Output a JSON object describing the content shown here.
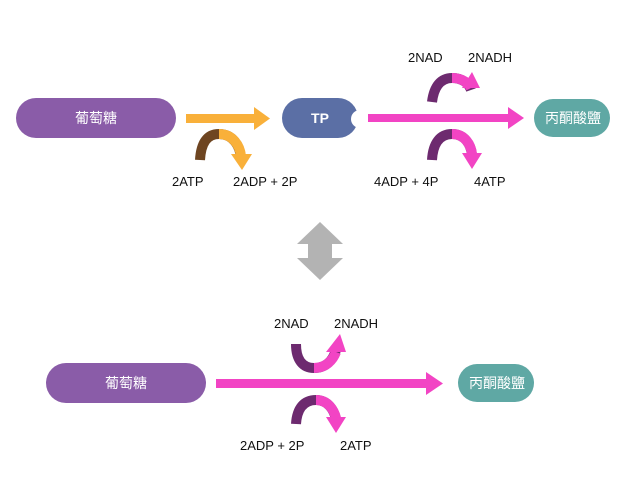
{
  "colors": {
    "glucose": "#8a5ca8",
    "tp": "#5b6fa5",
    "pyruvate": "#5fa8a4",
    "magenta": "#f244c4",
    "orange": "#f9b03a",
    "brown": "#6e4521",
    "purple": "#6d2a6f",
    "gray": "#b3b3b3"
  },
  "top": {
    "glucose": "葡萄糖",
    "tp": "TP",
    "pyruvate": "丙酮酸鹽",
    "atp_in": "2ATP",
    "adp_out": "2ADP + 2P",
    "nad_in": "2NAD",
    "nadh_out": "2NADH",
    "adp_in": "4ADP + 4P",
    "atp_out": "4ATP"
  },
  "bottom": {
    "glucose": "葡萄糖",
    "pyruvate": "丙酮酸鹽",
    "nad_in": "2NAD",
    "nadh_out": "2NADH",
    "adp_in": "2ADP + 2P",
    "atp_out": "2ATP"
  }
}
